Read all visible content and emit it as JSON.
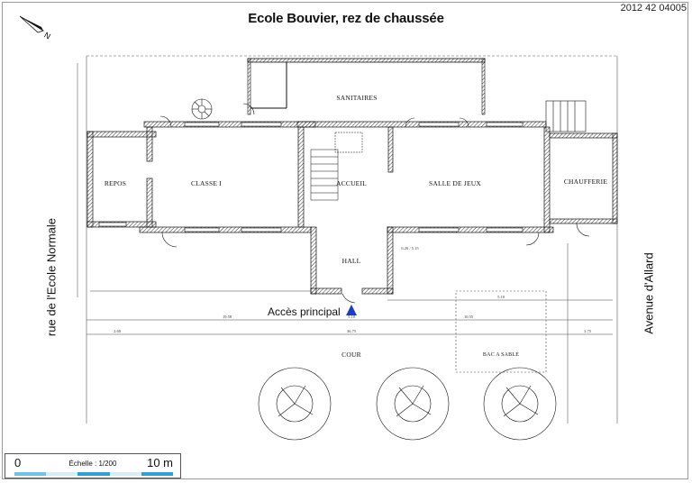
{
  "title": "Ecole Bouvier, rez de chaussée",
  "reference": "2012 42 04005",
  "streets": {
    "left": "rue de l'Ecole Normale",
    "right": "Avenue d'Allard"
  },
  "rooms": {
    "repos": "REPOS",
    "classe": "CLASSE I",
    "accueil": "ACCUEIL",
    "salle": "SALLE DE JEUX",
    "chaufferie": "CHAUFFERIE",
    "sanitaires": "SANITAIRES",
    "hall": "HALL",
    "cour": "COUR",
    "bac": "BAC A SABLE"
  },
  "main_access": "Accès principal",
  "dimensions": {
    "d1": "19.58",
    "d2": "5.10",
    "d3": "10.55",
    "d4": "36.75",
    "d5": "2.60",
    "d6": "3.75",
    "d7": "5.10",
    "d8": "6.20 / 5.15"
  },
  "scale": {
    "start": "0",
    "end": "10 m",
    "label": "Échelle : 1/200"
  },
  "colors": {
    "scale_light": "#d4eef8",
    "scale_mid": "#6fc3e6",
    "scale_dark": "#29a3d6",
    "access_marker": "#1f3cc8"
  }
}
